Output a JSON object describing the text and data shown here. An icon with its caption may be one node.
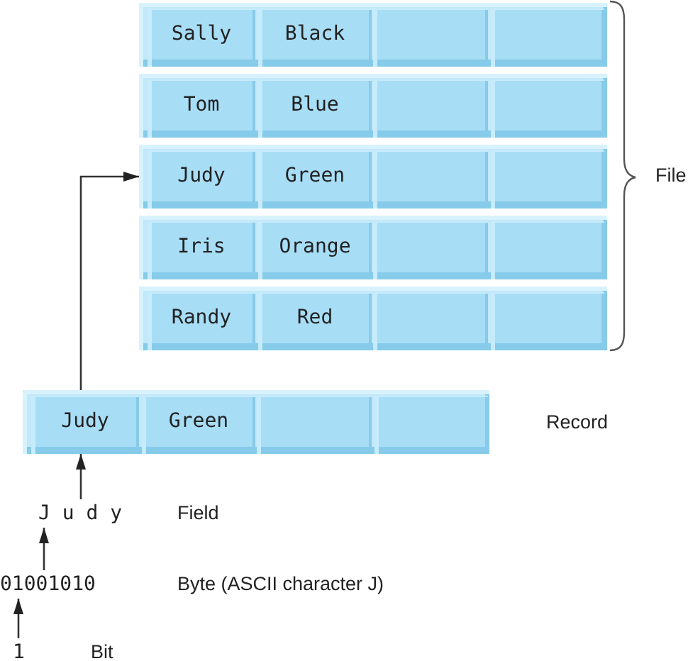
{
  "diagram": {
    "nodes": [
      {
        "text": [],
        "shape": "bar"
      },
      {
        "text": [
          "Sally"
        ],
        "in": 0
      },
      {
        "text": [
          "Black"
        ],
        "in": 0
      },
      {
        "text": [],
        "shape": "box",
        "in": 0
      },
      {
        "text": [],
        "shape": "box",
        "in": 0
      },
      {
        "text": [],
        "shape": "bar"
      },
      {
        "text": [
          "Tom"
        ],
        "in": 5
      },
      {
        "text": [
          "Blue"
        ],
        "in": 5
      },
      {
        "text": [],
        "shape": "box",
        "in": 5
      },
      {
        "text": [],
        "shape": "box",
        "in": 5
      },
      {
        "text": [],
        "shape": "bar"
      },
      {
        "text": [
          "Judy"
        ],
        "in": 10
      },
      {
        "text": [
          "Green"
        ],
        "in": 10
      },
      {
        "text": [],
        "shape": "box",
        "in": 10
      },
      {
        "text": [],
        "shape": "box",
        "in": 10
      },
      {
        "text": [],
        "shape": "bar"
      },
      {
        "text": [
          "Iris"
        ],
        "in": 15
      },
      {
        "text": [
          "Orange"
        ],
        "in": 15
      },
      {
        "text": [],
        "shape": "box",
        "in": 15
      },
      {
        "text": [],
        "shape": "box",
        "in": 15
      },
      {
        "text": [],
        "shape": "bar"
      },
      {
        "text": [
          "Randy"
        ],
        "in": 20
      },
      {
        "text": [
          "Red"
        ],
        "in": 20
      },
      {
        "text": [],
        "shape": "box",
        "in": 20
      },
      {
        "text": [],
        "shape": "box",
        "in": 20
      },
      {
        "text": [],
        "shape": "bar"
      },
      {
        "text": [
          "Judy"
        ],
        "in": 25
      },
      {
        "text": [
          "Green"
        ],
        "in": 25
      },
      {
        "text": [],
        "shape": "box",
        "in": 25
      },
      {
        "text": [],
        "shape": "box",
        "in": 25
      },
      {
        "text": [
          "J u d y"
        ]
      },
      {
        "text": [
          "01001010"
        ]
      },
      {
        "text": [
          "1"
        ]
      }
    ],
    "edges": [
      {
        "from": 25,
        "to": 10,
        "arrow": "to"
      },
      {
        "from": 30,
        "to": 26,
        "arrow": "to"
      },
      {
        "from": 31,
        "to": 30,
        "arrow": "to"
      },
      {
        "from": 32,
        "to": 31,
        "arrow": "to"
      }
    ],
    "labels": [
      "File",
      "Record",
      "Field",
      "Byte (ASCII character J)",
      "Bit"
    ]
  }
}
